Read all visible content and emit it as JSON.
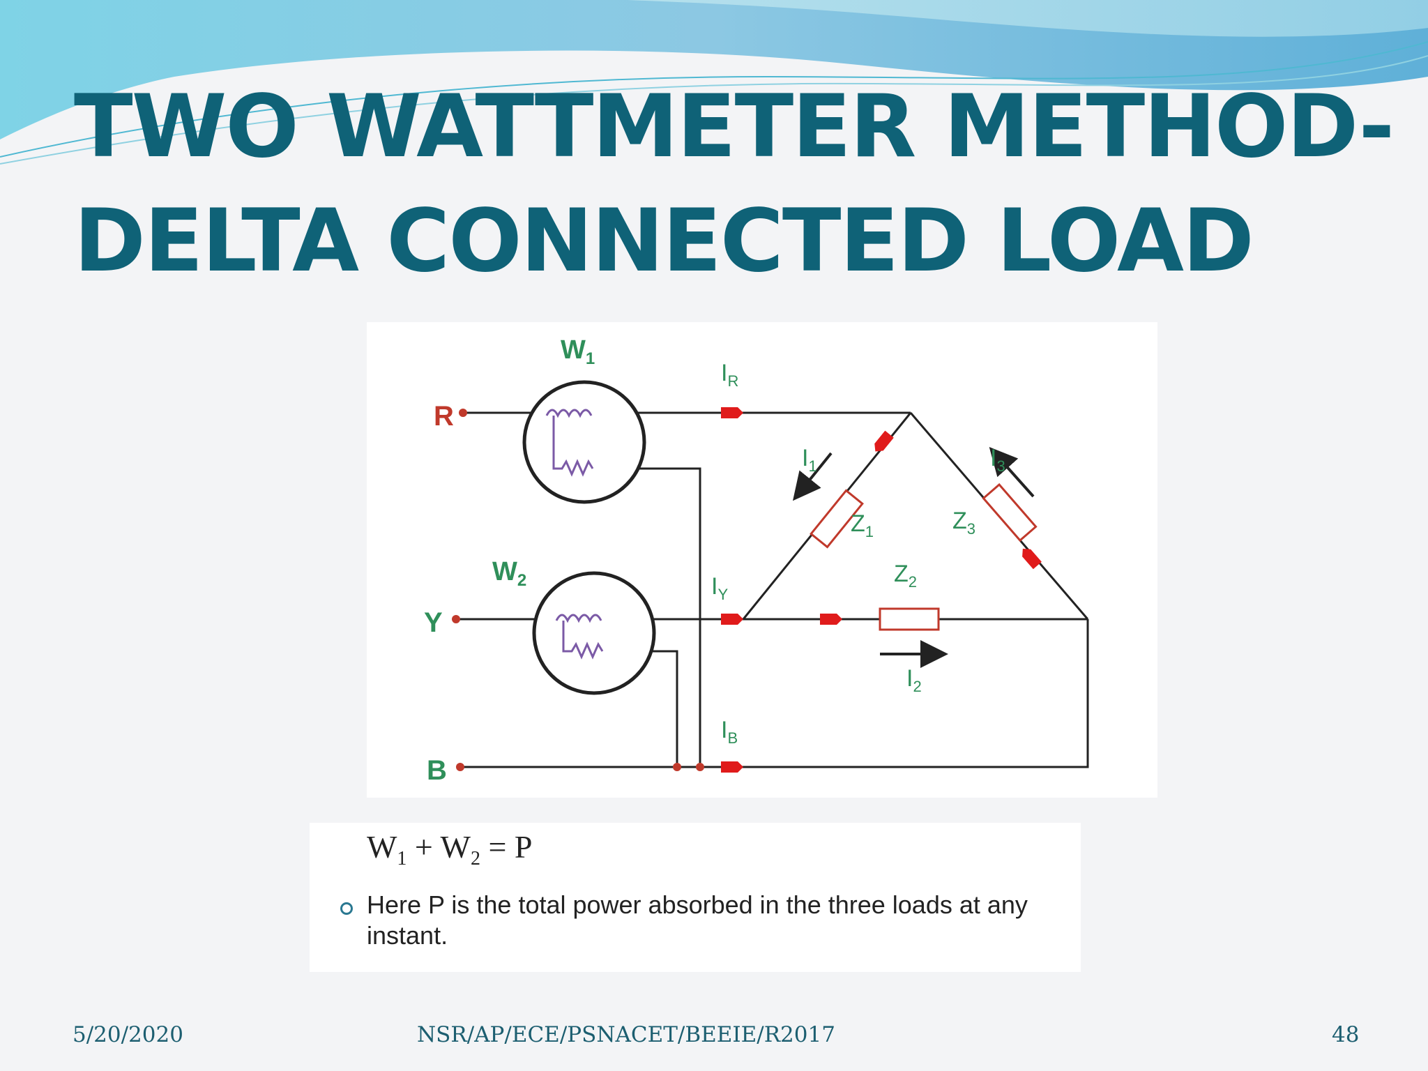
{
  "slide": {
    "title_line1": "TWO WATTMETER METHOD-",
    "title_line2": "DELTA CONNECTED LOAD"
  },
  "circuit": {
    "wattmeters": [
      {
        "name": "W",
        "sub": "1"
      },
      {
        "name": "W",
        "sub": "2"
      }
    ],
    "lines": [
      {
        "label": "R",
        "current": "I",
        "current_sub": "R"
      },
      {
        "label": "Y",
        "current": "I",
        "current_sub": "Y"
      },
      {
        "label": "B",
        "current": "I",
        "current_sub": "B"
      }
    ],
    "impedances": [
      {
        "name": "Z",
        "sub": "1"
      },
      {
        "name": "Z",
        "sub": "2"
      },
      {
        "name": "Z",
        "sub": "3"
      }
    ],
    "branch_currents": [
      {
        "name": "I",
        "sub": "1"
      },
      {
        "name": "I",
        "sub": "2"
      },
      {
        "name": "I",
        "sub": "3"
      }
    ]
  },
  "formula": {
    "w1": "W",
    "w1_sub": "1",
    "plus": "+",
    "w2": "W",
    "w2_sub": "2",
    "rhs": "= P"
  },
  "bullet": "Here P is the total power absorbed in the three loads at any instant.",
  "footer": {
    "date": "5/20/2020",
    "course": "NSR/AP/ECE/PSNACET/BEEIE/R2017",
    "page": "48"
  },
  "colors": {
    "title": "#0f6277",
    "label_green": "#2f8f5a",
    "label_red": "#c0392b",
    "arrow_red": "#e01b1b",
    "coil_purple": "#7b5aa6",
    "wire": "#222222"
  }
}
